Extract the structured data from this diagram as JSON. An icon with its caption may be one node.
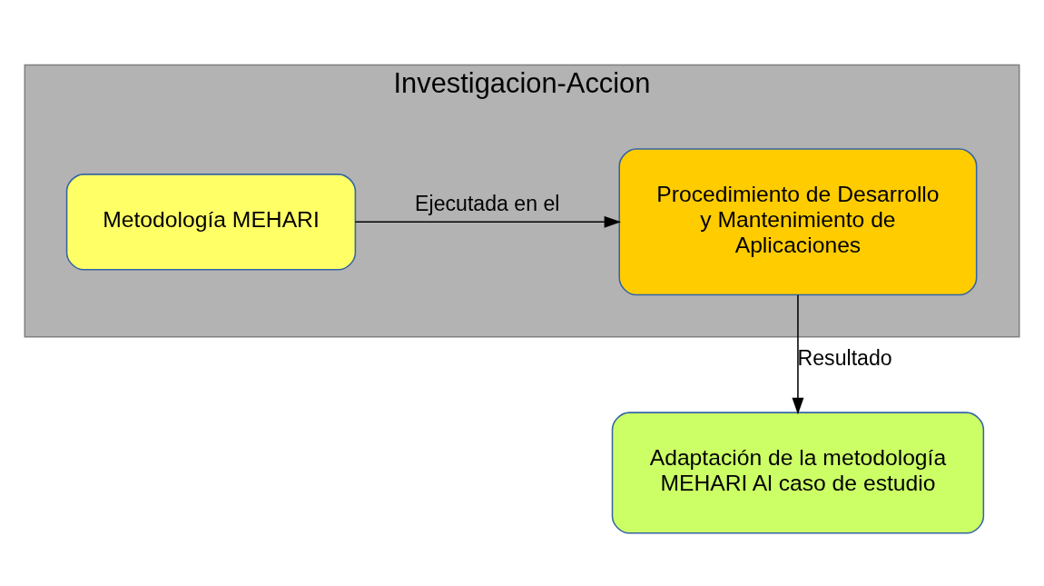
{
  "diagram": {
    "nodes": [
      {
        "text": [
          "Investigacion-Accion"
        ]
      },
      {
        "text": [
          "Metodología MEHARI"
        ],
        "in": 0
      },
      {
        "text": [
          "Procedimiento de Desarrollo y Mantenimiento de Aplicaciones"
        ],
        "in": 0
      },
      {
        "text": [
          "Adaptación de la metodología MEHARI Al caso de estudio"
        ]
      }
    ],
    "edges": [
      {
        "from": 1,
        "to": 2,
        "arrow": "to",
        "label": "Ejecutada en el"
      },
      {
        "from": 2,
        "to": 3,
        "arrow": "to",
        "label": "Resultado"
      }
    ]
  }
}
